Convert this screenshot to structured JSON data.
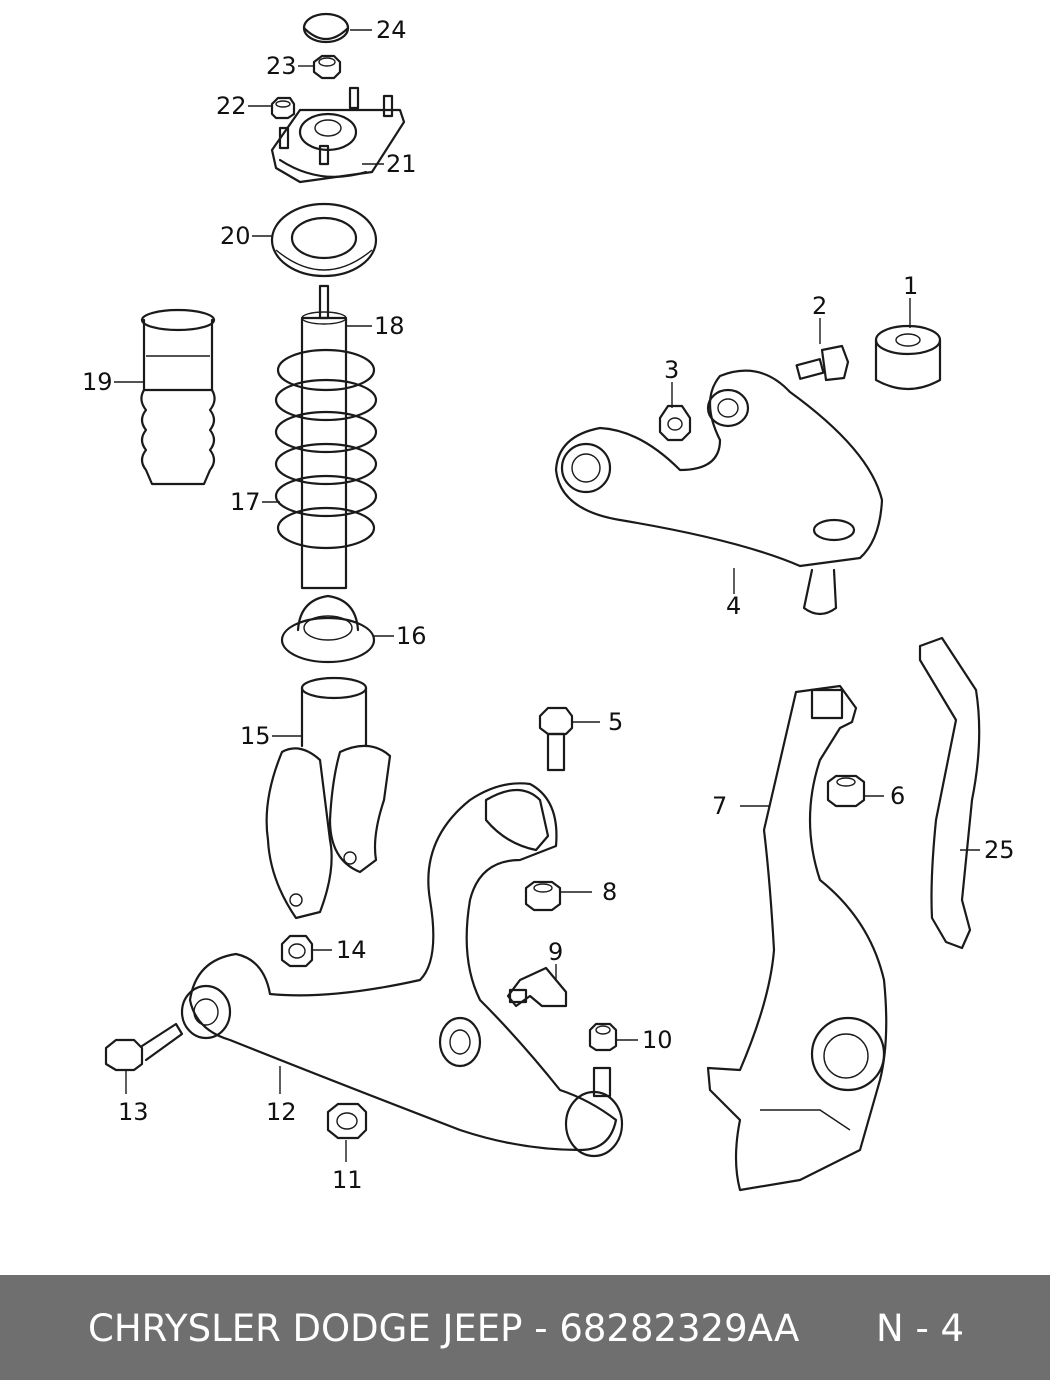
{
  "colors": {
    "footer_bg": "#6f6f6f",
    "footer_text": "#ffffff",
    "line": "#1a1a1a"
  },
  "footer": {
    "title": "CHRYSLER DODGE JEEP - 68282329AA",
    "page": "N - 4"
  },
  "parts": [
    {
      "number": "24",
      "name": "cap"
    },
    {
      "number": "23",
      "name": "nut"
    },
    {
      "number": "22",
      "name": "nut"
    },
    {
      "number": "21",
      "name": "mount"
    },
    {
      "number": "20",
      "name": "bearing"
    },
    {
      "number": "18",
      "name": "shock"
    },
    {
      "number": "19",
      "name": "boot"
    },
    {
      "number": "17",
      "name": "spring"
    },
    {
      "number": "16",
      "name": "isolator"
    },
    {
      "number": "15",
      "name": "clevis"
    },
    {
      "number": "1",
      "name": "bushing"
    },
    {
      "number": "2",
      "name": "bolt"
    },
    {
      "number": "3",
      "name": "nut"
    },
    {
      "number": "4",
      "name": "upper-arm"
    },
    {
      "number": "5",
      "name": "bolt"
    },
    {
      "number": "6",
      "name": "nut"
    },
    {
      "number": "7",
      "name": "knuckle"
    },
    {
      "number": "25",
      "name": "bracket"
    },
    {
      "number": "8",
      "name": "nut"
    },
    {
      "number": "9",
      "name": "sensor"
    },
    {
      "number": "10",
      "name": "nut"
    },
    {
      "number": "14",
      "name": "nut"
    },
    {
      "number": "13",
      "name": "bolt"
    },
    {
      "number": "12",
      "name": "lower-arm"
    },
    {
      "number": "11",
      "name": "nut"
    }
  ]
}
